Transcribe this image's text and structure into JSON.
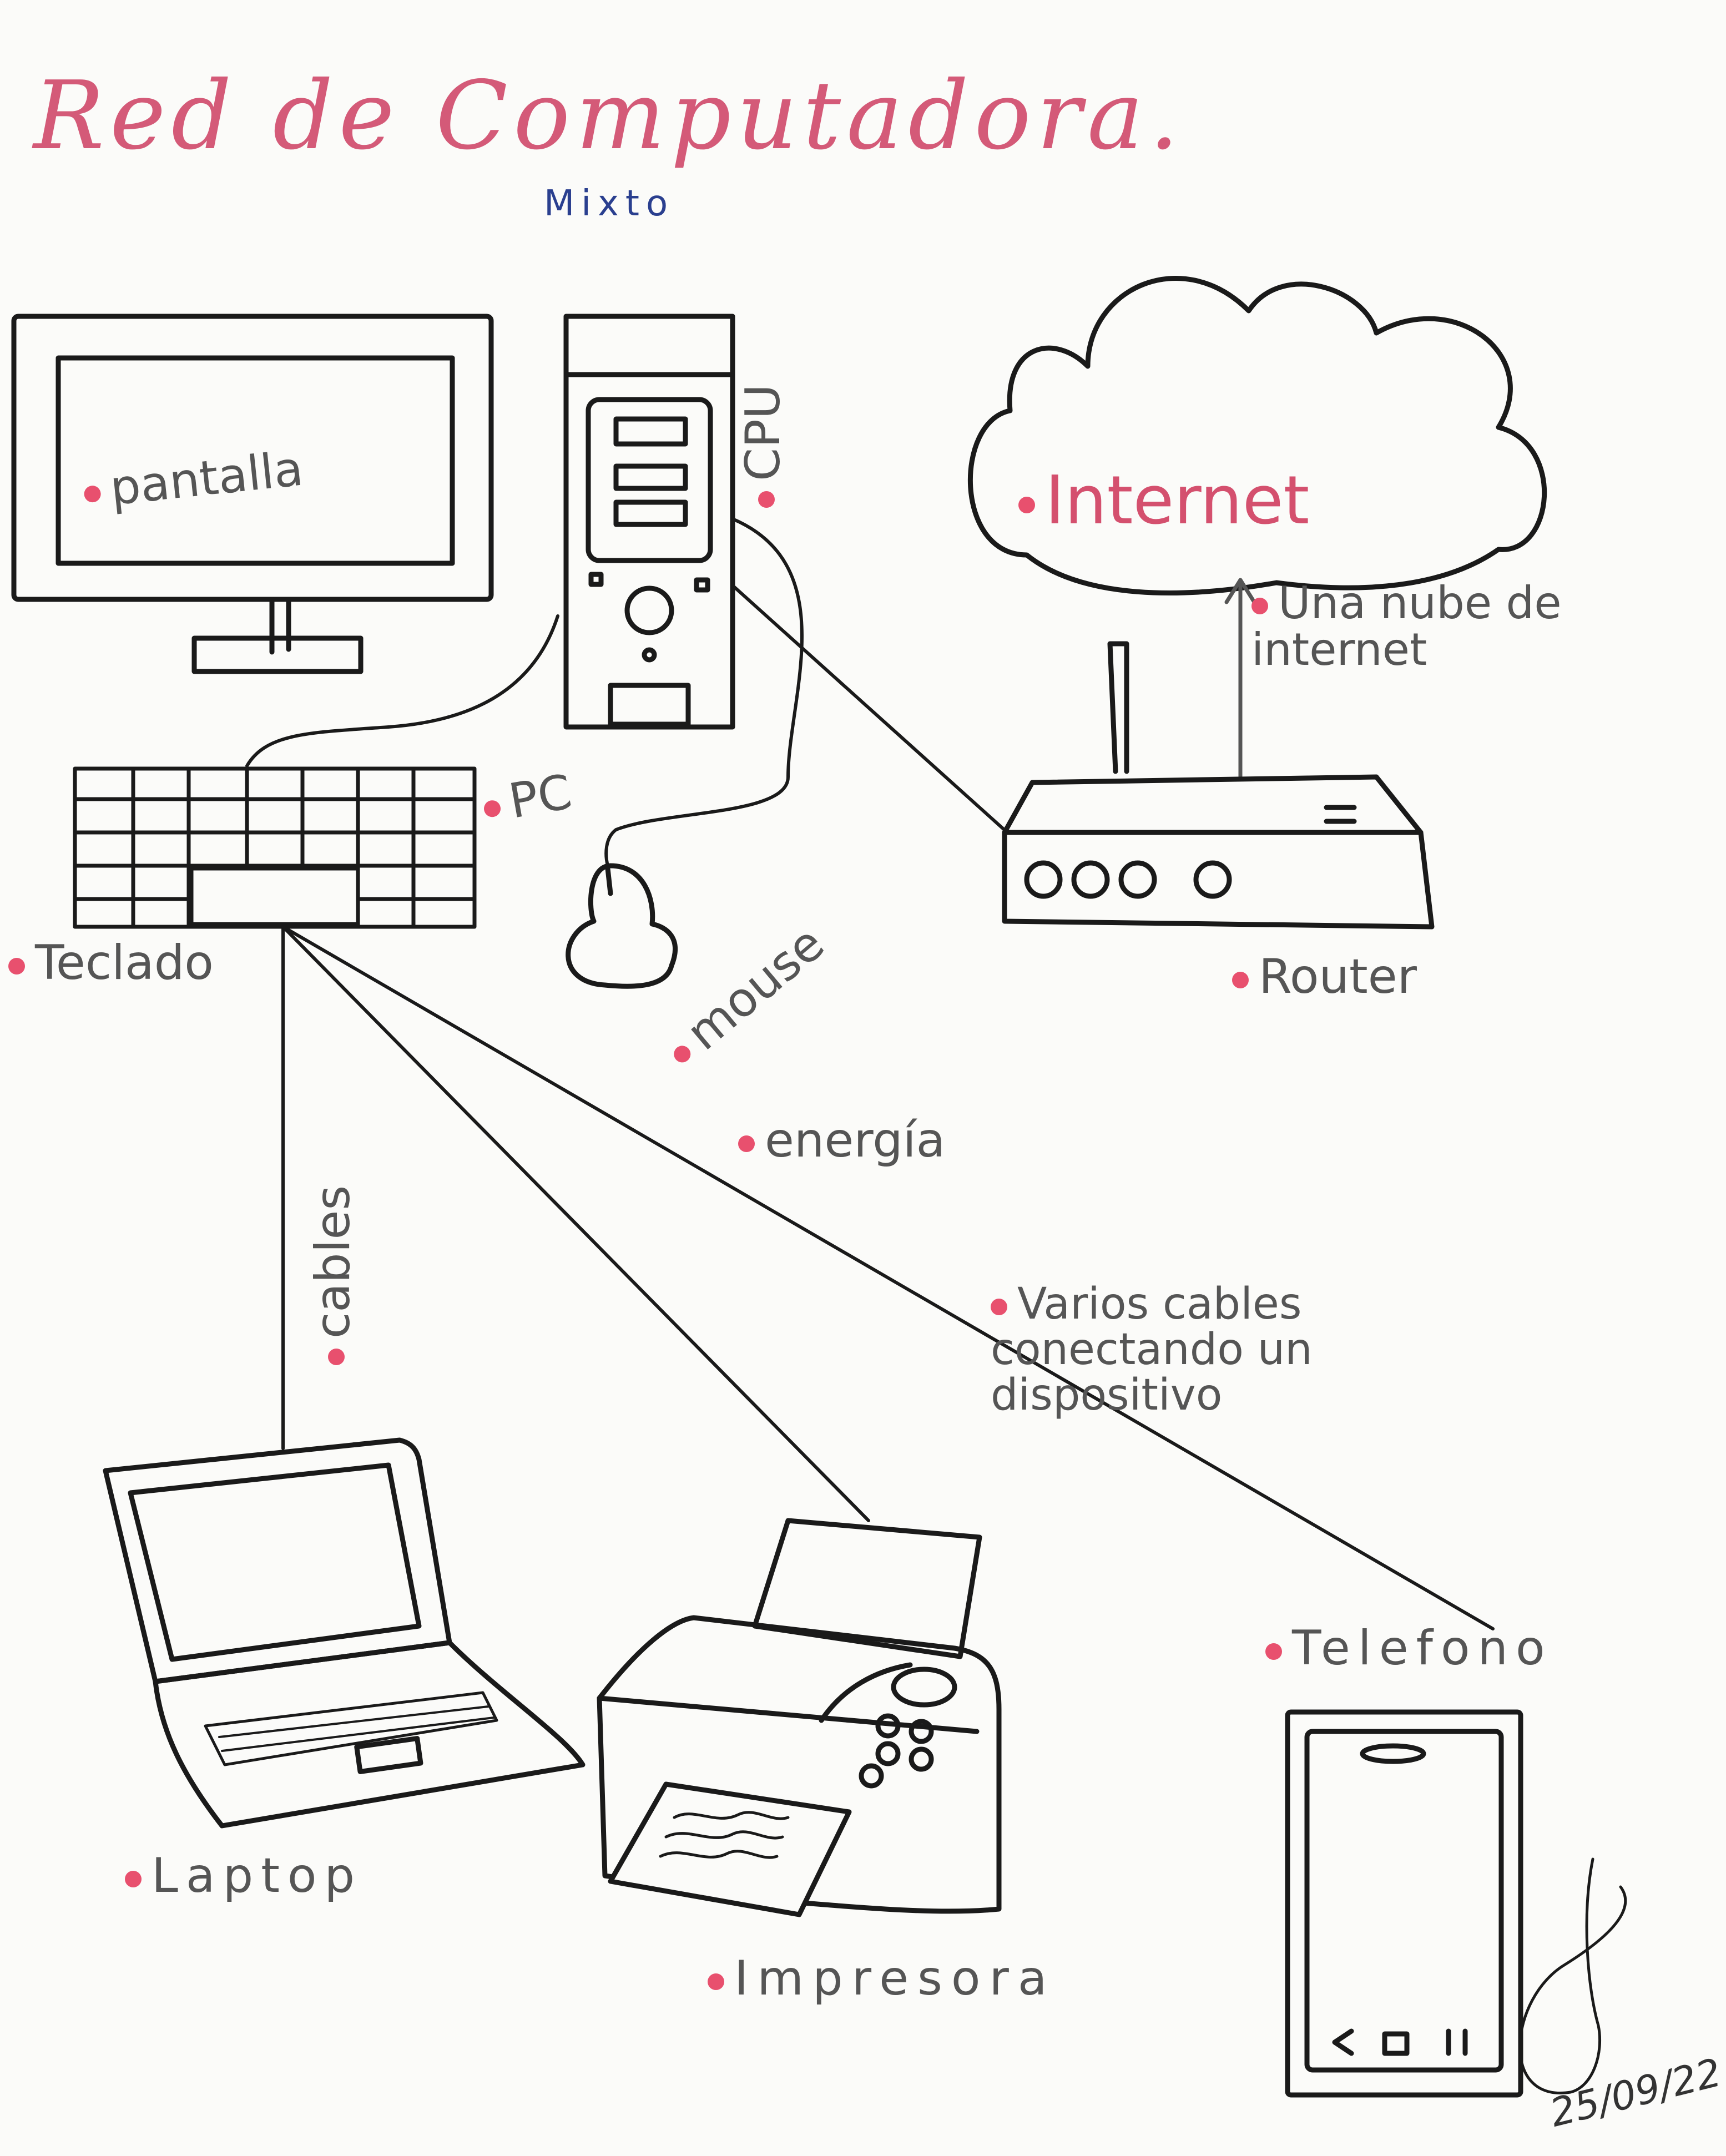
{
  "title": "Red de Computadora.",
  "subtitle": "Mixto",
  "labels": {
    "pantalla": "pantalla",
    "cpu": "CPU",
    "internet": "Internet",
    "nube": "Una nube de internet",
    "pc": "PC",
    "teclado": "Teclado",
    "mouse": "mouse",
    "router": "Router",
    "energia": "energía",
    "cables": "cables",
    "varios": "Varios cables conectando un dispositivo",
    "telefono": "Telefono",
    "laptop": "Laptop",
    "impresora": "Impresora"
  },
  "signature_date": "25/09/22",
  "colors": {
    "title": "#d45a78",
    "subtitle": "#2a3f8f",
    "bullet": "#e8506e",
    "ink": "#1a1a1a"
  }
}
